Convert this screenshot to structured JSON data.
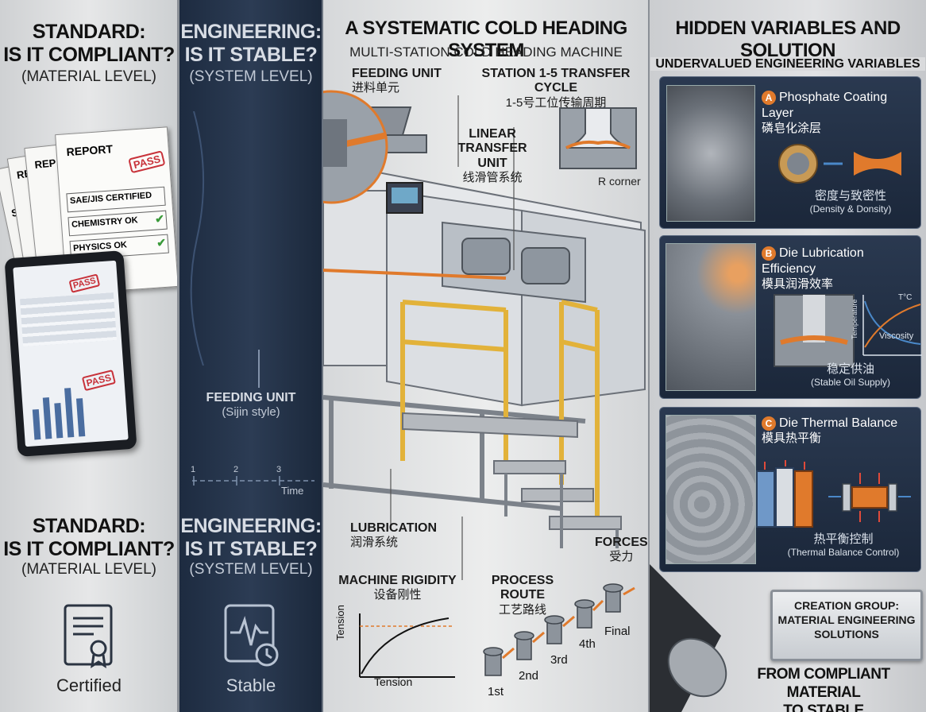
{
  "panel1": {
    "top_title": "STANDARD:\nIS IT COMPLIANT?",
    "top_subtitle": "(MATERIAL LEVEL)",
    "report_title": "REPORT",
    "report_back_1": "REP",
    "report_back_2": "RE",
    "report_back_3": "S",
    "pass_stamp": "PASS",
    "checks": [
      "SAE/JIS CERTIFIED",
      "CHEMISTRY OK",
      "PHYSICS OK"
    ],
    "bottom_title": "STANDARD:\nIS IT COMPLIANT?",
    "bottom_subtitle": "(MATERIAL LEVEL)",
    "icon_label": "Certified"
  },
  "panel2": {
    "top_title": "ENGINEERING:\nIS IT STABLE?",
    "top_subtitle": "(SYSTEM LEVEL)",
    "feeding_label": "FEEDING UNIT",
    "feeding_sub": "(Sijin style)",
    "axis_ticks": [
      "1",
      "2",
      "3"
    ],
    "axis_label": "Time",
    "bottom_title": "ENGINEERING:\nIS IT STABLE?",
    "bottom_subtitle": "(SYSTEM LEVEL)",
    "icon_label": "Stable"
  },
  "panel3": {
    "title": "A SYSTEMATIC COLD HEADING SYSTEM",
    "subtitle": "MULTI-STATION COLD HEADING MACHINE",
    "feeding_unit": "FEEDING UNIT",
    "feeding_unit_zh": "进料单元",
    "station_cycle": "STATION 1-5 TRANSFER CYCLE",
    "station_cycle_zh": "1-5号工位传输周期",
    "linear_transfer": "LINEAR\nTRANSFER\nUNIT",
    "linear_transfer_zh": "线滑管系统",
    "r_corner": "R corner",
    "lubrication": "LUBRICATION",
    "lubrication_zh": "润滑系统",
    "forces": "FORCES",
    "forces_zh": "受力",
    "rigidity": "MACHINE RIGIDITY",
    "rigidity_zh": "设备刚性",
    "process_route": "PROCESS ROUTE",
    "process_route_zh": "工艺路线",
    "chart_ylabel": "Tension",
    "chart_xlabel": "Tension",
    "steps": [
      "1st",
      "2nd",
      "3rd",
      "4th",
      "Final"
    ]
  },
  "panel4": {
    "title": "HIDDEN VARIABLES AND SOLUTION",
    "section": "UNDERVALUED ENGINEERING VARIABLES",
    "cards": [
      {
        "letter": "A",
        "title": "Phosphate Coating Layer",
        "zh": "磷皂化涂层",
        "note_zh": "密度与致密性",
        "note": "(Density & Donsity)"
      },
      {
        "letter": "B",
        "title": "Die Lubrication Efficiency",
        "zh": "模具润滑效率",
        "note_zh": "稳定供油",
        "note": "(Stable Oil Supply)",
        "axis_y": "Temperature",
        "axis_t": "T°C",
        "axis_v": "Viscosity"
      },
      {
        "letter": "C",
        "title": "Die Thermal Balance",
        "zh": "模具热平衡",
        "note_zh": "热平衡控制",
        "note": "(Thermal Balance Control)"
      }
    ],
    "group_badge": "CREATION GROUP:\nMATERIAL ENGINEERING\nSOLUTIONS",
    "footer": "FROM COMPLIANT MATERIAL\nTO STABLE MANUFACTURING"
  },
  "colors": {
    "accent_orange": "#e07a2c",
    "navy": "#1d2b40",
    "yellow_rail": "#e2b23a",
    "stamp_red": "#c8323a",
    "check_green": "#3a9a3a"
  }
}
